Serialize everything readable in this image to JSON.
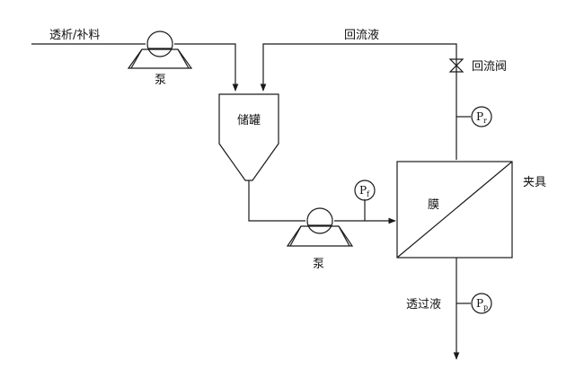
{
  "labels": {
    "dialysis_feed": "透析/补料",
    "pump_top": "泵",
    "return_liquid": "回流液",
    "return_valve": "回流阀",
    "storage_tank": "储罐",
    "pump_bottom": "泵",
    "membrane": "膜",
    "clamp": "夹具",
    "permeate": "透过液"
  },
  "gauges": {
    "pr": {
      "main": "P",
      "sub": "r"
    },
    "pf": {
      "main": "P",
      "sub": "f"
    },
    "pp": {
      "main": "P",
      "sub": "p"
    }
  },
  "colors": {
    "stroke": "#1a1a1a",
    "background": "#ffffff",
    "text": "#111111"
  }
}
